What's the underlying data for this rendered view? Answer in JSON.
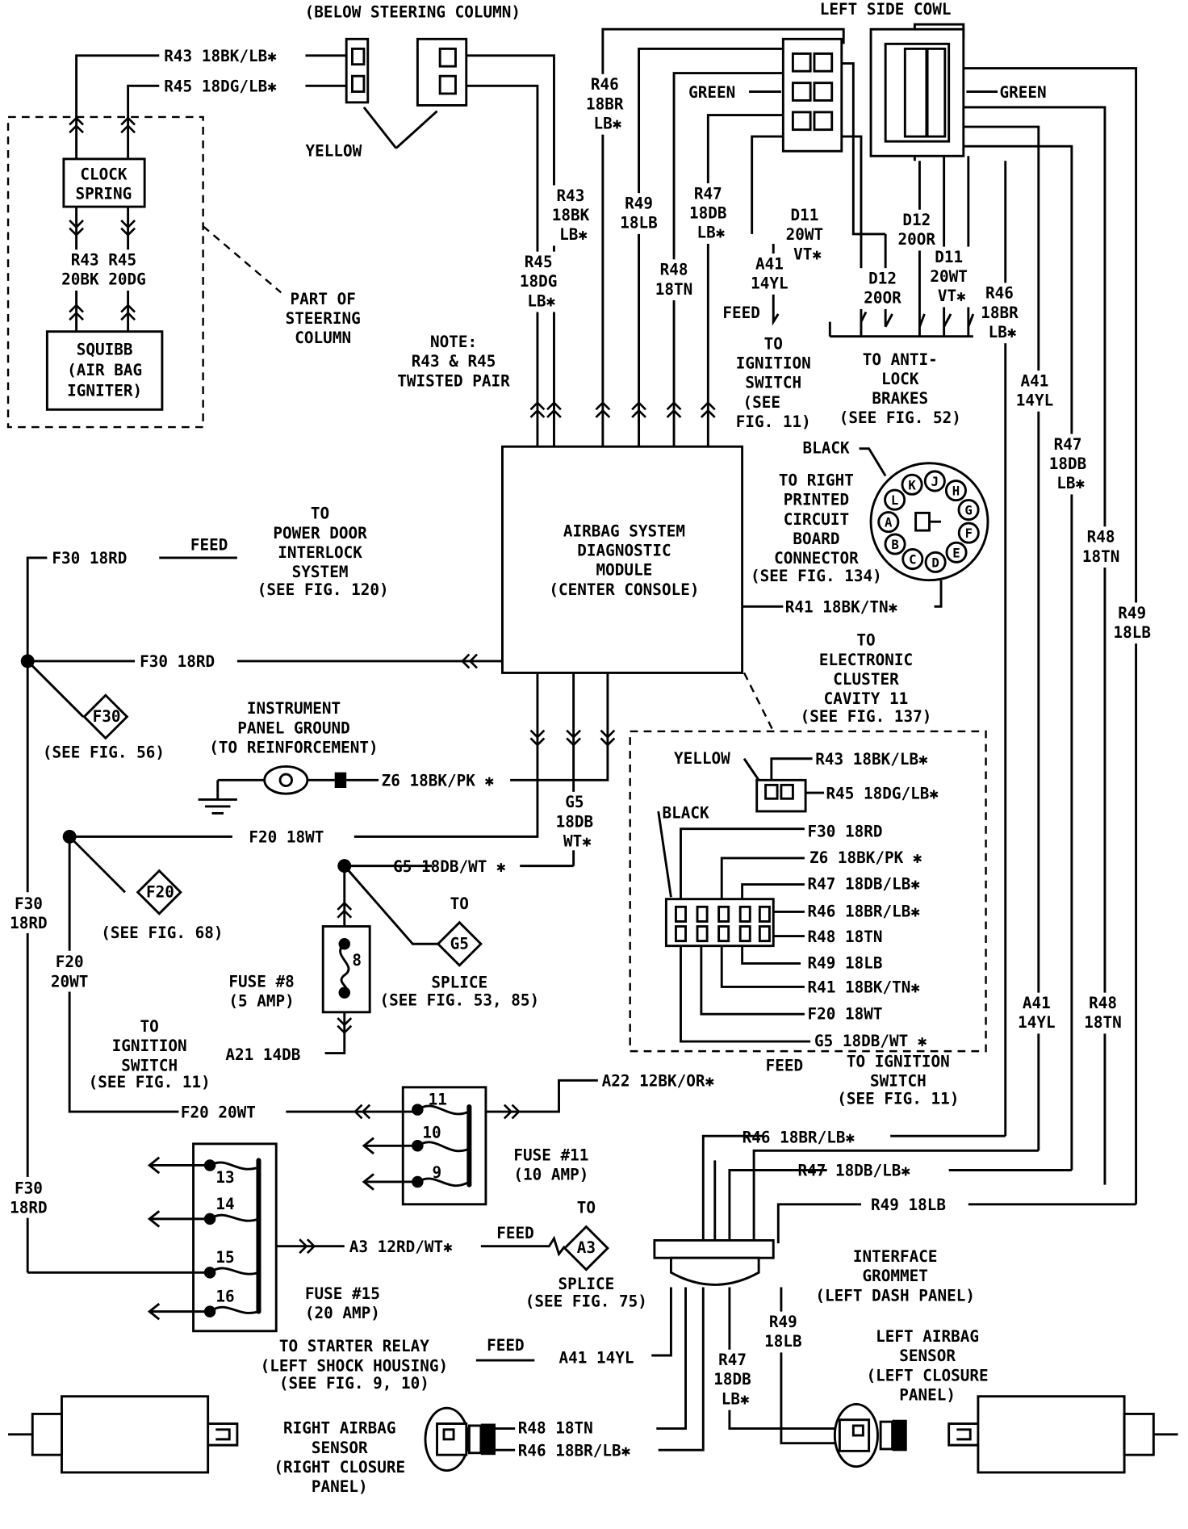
{
  "labels": {
    "below_steering": "(BELOW STEERING COLUMN)",
    "left_cowl": "LEFT SIDE COWL",
    "r43_top": "R43 18BK/LB✱",
    "r45_top": "R45 18DG/LB✱",
    "yellow1": "YELLOW",
    "clock_spring": [
      "CLOCK",
      "SPRING"
    ],
    "r43_r45": [
      "R43 R45",
      "20BK 20DG"
    ],
    "squibb": [
      "SQUIBB",
      "(AIR BAG",
      "IGNITER)"
    ],
    "part_of": [
      "PART OF",
      "STEERING",
      "COLUMN"
    ],
    "note": [
      "NOTE:",
      "R43 & R45",
      "TWISTED PAIR"
    ],
    "r46_v": [
      "R46",
      "18BR",
      "LB✱"
    ],
    "r43_v": [
      "R43",
      "18BK",
      "LB✱"
    ],
    "r45_v": [
      "R45",
      "18DG",
      "LB✱"
    ],
    "r49_v": [
      "R49",
      "18LB"
    ],
    "r47_v": [
      "R47",
      "18DB",
      "LB✱"
    ],
    "r48_v": [
      "R48",
      "18TN"
    ],
    "green_l": "GREEN",
    "green_r": "GREEN",
    "d11_a": [
      "D11",
      "20WT",
      "VT✱"
    ],
    "a41_a": [
      "A41",
      "14YL"
    ],
    "feed_a": "FEED",
    "to_ign_a": [
      "TO",
      "IGNITION",
      "SWITCH",
      "(SEE",
      "FIG. 11)"
    ],
    "d12_a": [
      "D12",
      "20OR"
    ],
    "d12_b": [
      "D12",
      "20OR"
    ],
    "d11_b": [
      "D11",
      "20WT",
      "VT✱"
    ],
    "r46_r": [
      "R46",
      "18BR",
      "LB✱"
    ],
    "anti_lock": [
      "TO ANTI-",
      "LOCK",
      "BRAKES",
      "(SEE FIG. 52)"
    ],
    "a41_r": [
      "A41",
      "14YL"
    ],
    "r47_r": [
      "R47",
      "18DB",
      "LB✱"
    ],
    "r48_r": [
      "R48",
      "18TN"
    ],
    "r49_r": [
      "R49",
      "18LB"
    ],
    "a41_r2": [
      "A41",
      "14YL"
    ],
    "r48_r2": [
      "R48",
      "18TN"
    ],
    "black1": "BLACK",
    "to_right_pcb": [
      "TO RIGHT",
      "PRINTED",
      "CIRCUIT",
      "BOARD",
      "CONNECTOR",
      "(SEE FIG. 134)"
    ],
    "module": [
      "AIRBAG SYSTEM",
      "DIAGNOSTIC",
      "MODULE",
      "(CENTER CONSOLE)"
    ],
    "r41": "R41 18BK/TN✱",
    "cluster": [
      "TO",
      "ELECTRONIC",
      "CLUSTER",
      "CAVITY 11",
      "(SEE FIG. 137)"
    ],
    "f30_a": "F30 18RD",
    "feed_b": "FEED",
    "power_door": [
      "TO",
      "POWER DOOR",
      "INTERLOCK",
      "SYSTEM",
      "(SEE FIG. 120)"
    ],
    "f30_b": "F30 18RD",
    "f30_diamond": "F30",
    "see56": "(SEE FIG. 56)",
    "ip_ground": [
      "INSTRUMENT",
      "PANEL GROUND",
      "(TO REINFORCEMENT)"
    ],
    "z6": "Z6 18BK/PK ✱",
    "g5_v": [
      "G5",
      "18DB",
      "WT✱"
    ],
    "f20_18": "F20 18WT",
    "f20_diamond": "F20",
    "see68": "(SEE FIG. 68)",
    "g5_h": "G5 18DB/WT ✱",
    "g5_diamond": "G5",
    "to_g5": "TO",
    "splice_g5": [
      "SPLICE",
      "(SEE FIG. 53, 85)"
    ],
    "fuse8": [
      "FUSE #8",
      "(5 AMP)"
    ],
    "fuse8_num": "8",
    "f30_c": [
      "F30",
      "18RD"
    ],
    "f20_20v": [
      "F20",
      "20WT"
    ],
    "to_ign_b": [
      "TO",
      "IGNITION",
      "SWITCH",
      "(SEE FIG. 11)"
    ],
    "a21": "A21 14DB",
    "f20_20h": "F20 20WT",
    "fuse11_nums": [
      "11",
      "10",
      "9"
    ],
    "a22": "A22 12BK/OR✱",
    "feed_c": "FEED",
    "to_ign_c": [
      "TO IGNITION",
      "SWITCH",
      "(SEE FIG. 11)"
    ],
    "fuse11": [
      "FUSE #11",
      "(10 AMP)"
    ],
    "f30_d": [
      "F30",
      "18RD"
    ],
    "fuse15_nums": [
      "13",
      "14",
      "15",
      "16"
    ],
    "a3": "A3 12RD/WT✱",
    "feed_d": "FEED",
    "to_a3": "TO",
    "a3_diamond": "A3",
    "splice_a3": [
      "SPLICE",
      "(SEE FIG. 75)"
    ],
    "fuse15": [
      "FUSE #15",
      "(20 AMP)"
    ],
    "r46_g": "R46 18BR/LB✱",
    "r47_g": "R47 18DB/LB✱",
    "r49_g": "R49 18LB",
    "grommet": [
      "INTERFACE",
      "GROMMET",
      "(LEFT DASH PANEL)"
    ],
    "starter": [
      "TO STARTER RELAY",
      "(LEFT SHOCK HOUSING)",
      "(SEE FIG. 9, 10)"
    ],
    "feed_e": "FEED",
    "a41_b": "A41 14YL",
    "r49_b": [
      "R49",
      "18LB"
    ],
    "r47_b": [
      "R47",
      "18DB",
      "LB✱"
    ],
    "left_sensor": [
      "LEFT AIRBAG",
      "SENSOR",
      "(LEFT CLOSURE",
      "PANEL)"
    ],
    "right_sensor": [
      "RIGHT AIRBAG",
      "SENSOR",
      "(RIGHT CLOSURE",
      "PANEL)"
    ],
    "r48_b": "R48 18TN",
    "r46_b": "R46 18BR/LB✱",
    "inset": {
      "yellow": "YELLOW",
      "r43": "R43 18BK/LB✱",
      "r45": "R45 18DG/LB✱",
      "black": "BLACK",
      "pins": [
        "F30 18RD",
        "Z6 18BK/PK ✱",
        "R47 18DB/LB✱",
        "R46 18BR/LB✱",
        "R48 18TN",
        "R49 18LB",
        "R41 18BK/TN✱",
        "F20 18WT",
        "G5 18DB/WT ✱"
      ]
    },
    "dlc_letters": [
      "K",
      "J",
      "H",
      "G",
      "F",
      "E",
      "D",
      "C",
      "B",
      "A",
      "L"
    ]
  }
}
